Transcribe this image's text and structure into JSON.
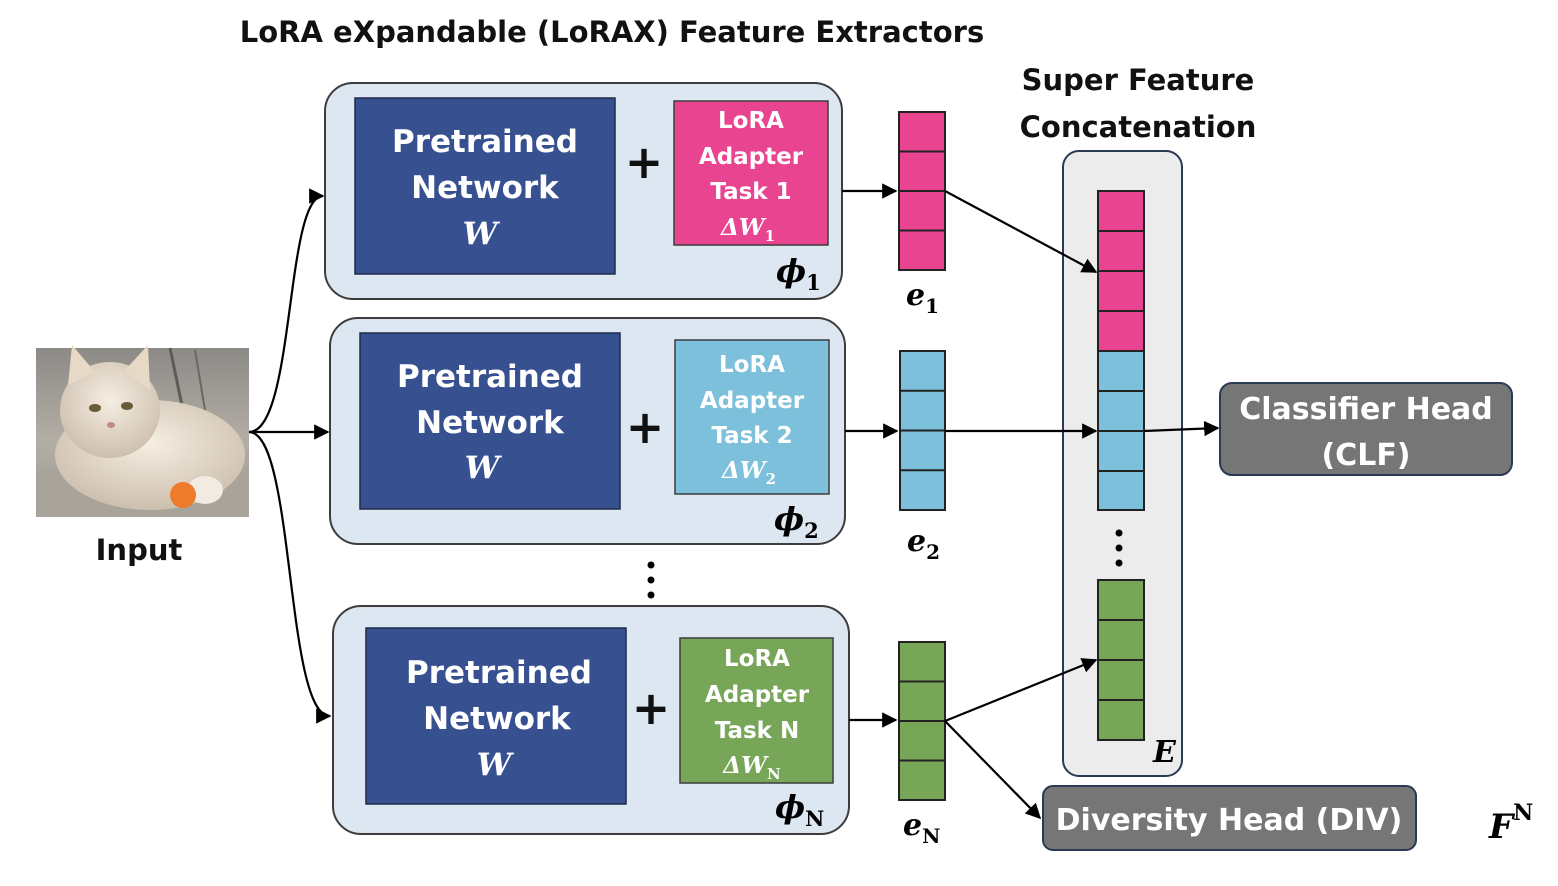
{
  "title": "LoRA eXpandable (LoRAX) Feature Extractors",
  "concat_title": [
    "Super Feature",
    "Concatenation"
  ],
  "input_label": "Input",
  "colors": {
    "extractor_bg": "#dde7f2",
    "pretrained": "#375090",
    "task1": "#e8448f",
    "task2": "#7cc0db",
    "taskN": "#78a659",
    "head": "#767676",
    "concat_bg": "#ececec"
  },
  "extractors": [
    {
      "pretrained": [
        "Pretrained",
        "Network"
      ],
      "weight": "W",
      "plus": "+",
      "adapter": [
        "LoRA",
        "Adapter",
        "Task 1"
      ],
      "delta": "ΔW",
      "delta_sub": "1",
      "phi": "ϕ",
      "phi_sub": "1",
      "embedding": "e",
      "embedding_sub": "1"
    },
    {
      "pretrained": [
        "Pretrained",
        "Network"
      ],
      "weight": "W",
      "plus": "+",
      "adapter": [
        "LoRA",
        "Adapter",
        "Task 2"
      ],
      "delta": "ΔW",
      "delta_sub": "2",
      "phi": "ϕ",
      "phi_sub": "2",
      "embedding": "e",
      "embedding_sub": "2"
    },
    {
      "pretrained": [
        "Pretrained",
        "Network"
      ],
      "weight": "W",
      "plus": "+",
      "adapter": [
        "LoRA",
        "Adapter",
        "Task N"
      ],
      "delta": "ΔW",
      "delta_sub": "N",
      "phi": "ϕ",
      "phi_sub": "N",
      "embedding": "e",
      "embedding_sub": "N"
    }
  ],
  "classifier_head": [
    "Classifier Head",
    "(CLF)"
  ],
  "diversity_head": "Diversity Head (DIV)",
  "concat_var": "E",
  "model_var": "F",
  "model_var_sup": "N",
  "input_image_icon": "cat-photo"
}
